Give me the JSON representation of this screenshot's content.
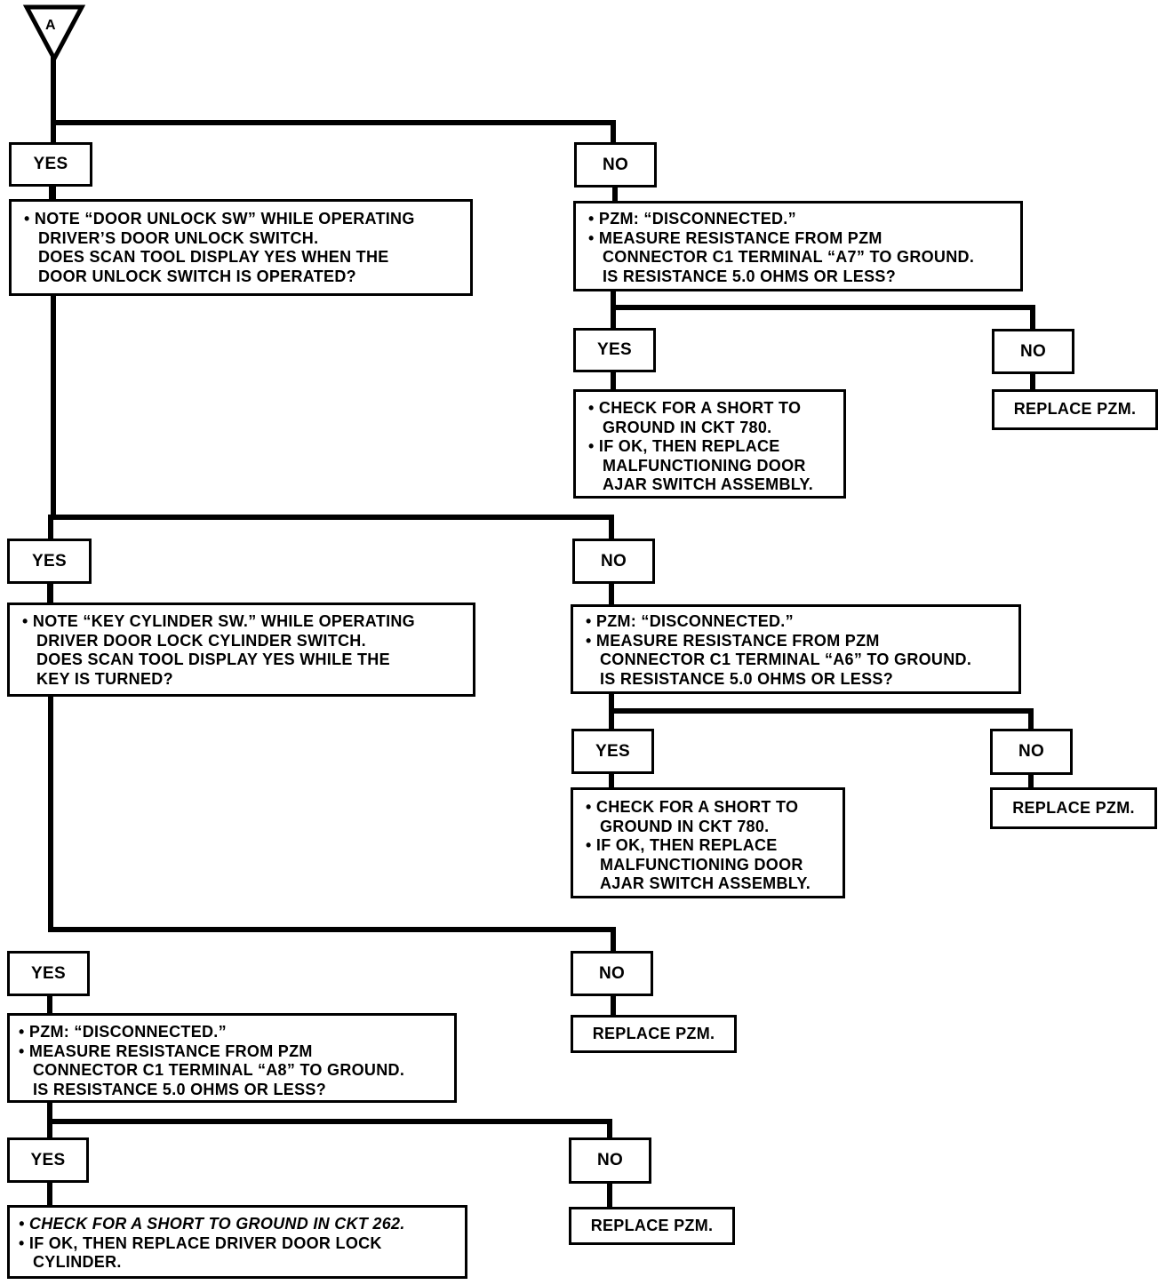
{
  "start_connector": {
    "label": "A"
  },
  "sections": [
    {
      "yes_label": "YES",
      "no_label": "NO",
      "question": [
        {
          "text": "NOTE “DOOR UNLOCK SW” WHILE OPERATING",
          "bullet": true
        },
        {
          "text": "DRIVER’S DOOR UNLOCK SWITCH.",
          "bullet": false
        },
        {
          "text": "DOES SCAN TOOL DISPLAY YES WHEN THE",
          "bullet": false
        },
        {
          "text": "DOOR UNLOCK SWITCH IS OPERATED?",
          "bullet": false
        }
      ],
      "no_branch": {
        "test": [
          {
            "text": "PZM: “DISCONNECTED.”",
            "bullet": true
          },
          {
            "text": "MEASURE RESISTANCE FROM PZM",
            "bullet": true
          },
          {
            "text": "CONNECTOR C1 TERMINAL “A7” TO GROUND.",
            "bullet": false
          },
          {
            "text": "IS RESISTANCE 5.0 OHMS OR LESS?",
            "bullet": false
          }
        ],
        "yes_label": "YES",
        "no_label": "NO",
        "yes_action": [
          {
            "text": "CHECK FOR A SHORT TO",
            "bullet": true
          },
          {
            "text": "GROUND IN CKT 780.",
            "bullet": false
          },
          {
            "text": "IF OK, THEN REPLACE",
            "bullet": true
          },
          {
            "text": "MALFUNCTIONING DOOR",
            "bullet": false
          },
          {
            "text": "AJAR SWITCH ASSEMBLY.",
            "bullet": false
          }
        ],
        "no_action": "REPLACE PZM."
      }
    },
    {
      "yes_label": "YES",
      "no_label": "NO",
      "question": [
        {
          "text": "NOTE “KEY CYLINDER SW.” WHILE OPERATING",
          "bullet": true
        },
        {
          "text": "DRIVER DOOR LOCK CYLINDER SWITCH.",
          "bullet": false
        },
        {
          "text": "DOES SCAN TOOL DISPLAY YES WHILE THE",
          "bullet": false
        },
        {
          "text": "KEY IS TURNED?",
          "bullet": false
        }
      ],
      "no_branch": {
        "test": [
          {
            "text": "PZM: “DISCONNECTED.”",
            "bullet": true
          },
          {
            "text": "MEASURE RESISTANCE FROM PZM",
            "bullet": true
          },
          {
            "text": "CONNECTOR C1 TERMINAL “A6” TO GROUND.",
            "bullet": false
          },
          {
            "text": "IS RESISTANCE 5.0 OHMS OR LESS?",
            "bullet": false
          }
        ],
        "yes_label": "YES",
        "no_label": "NO",
        "yes_action": [
          {
            "text": "CHECK FOR A SHORT TO",
            "bullet": true
          },
          {
            "text": "GROUND IN CKT 780.",
            "bullet": false
          },
          {
            "text": "IF OK, THEN REPLACE",
            "bullet": true
          },
          {
            "text": "MALFUNCTIONING DOOR",
            "bullet": false
          },
          {
            "text": "AJAR SWITCH ASSEMBLY.",
            "bullet": false
          }
        ],
        "no_action": "REPLACE PZM."
      }
    },
    {
      "yes_label": "YES",
      "no_label": "NO",
      "no_action": "REPLACE PZM.",
      "question": [
        {
          "text": "PZM: “DISCONNECTED.”",
          "bullet": true
        },
        {
          "text": "MEASURE RESISTANCE FROM PZM",
          "bullet": true
        },
        {
          "text": "CONNECTOR C1 TERMINAL “A8” TO GROUND.",
          "bullet": false
        },
        {
          "text": "IS RESISTANCE 5.0 OHMS OR LESS?",
          "bullet": false
        }
      ]
    },
    {
      "yes_label": "YES",
      "no_label": "NO",
      "no_action": "REPLACE PZM.",
      "yes_action": [
        {
          "text": "CHECK FOR A SHORT TO GROUND IN CKT 262.",
          "bullet": true,
          "italic": true
        },
        {
          "text": "IF OK, THEN REPLACE DRIVER DOOR LOCK",
          "bullet": true
        },
        {
          "text": "CYLINDER.",
          "bullet": false
        }
      ]
    }
  ]
}
